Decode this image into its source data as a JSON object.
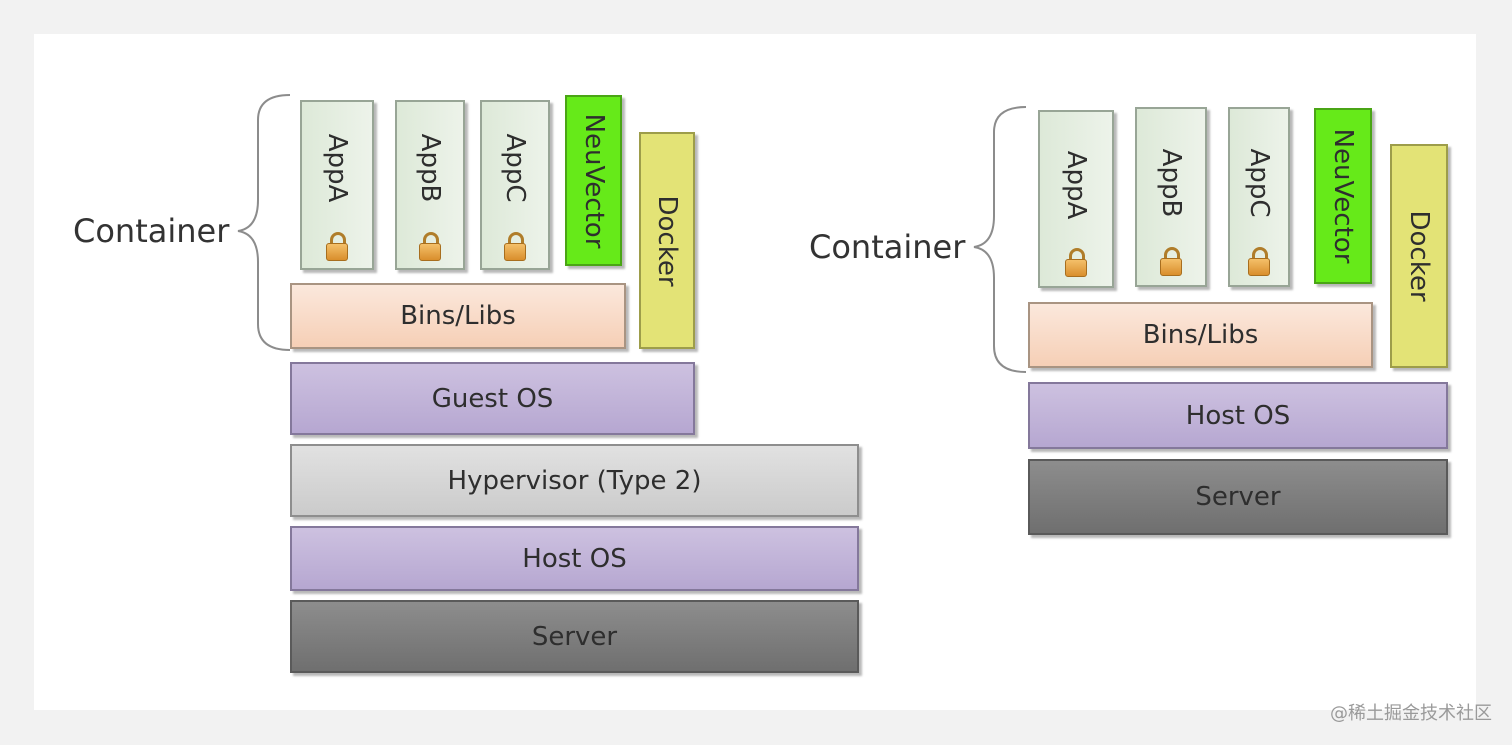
{
  "left_stack": {
    "container_label": "Container",
    "apps": [
      "AppA",
      "AppB",
      "AppC"
    ],
    "security": "NeuVector",
    "engine": "Docker",
    "bins": "Bins/Libs",
    "guest_os": "Guest OS",
    "hypervisor": "Hypervisor (Type 2)",
    "host_os": "Host OS",
    "server": "Server"
  },
  "right_stack": {
    "container_label": "Container",
    "apps": [
      "AppA",
      "AppB",
      "AppC"
    ],
    "security": "NeuVector",
    "engine": "Docker",
    "bins": "Bins/Libs",
    "host_os": "Host OS",
    "server": "Server"
  },
  "watermark": "@稀土掘金技术社区",
  "icons": {
    "app_lock": "lock-icon"
  },
  "colors": {
    "app": "#e6efe2",
    "neuvector": "#66ea19",
    "docker": "#e3e376",
    "bins": "#f8dbc8",
    "os": "#c1b4d8",
    "hypervisor": "#d6d6d6",
    "server": "#7e7e7e"
  }
}
